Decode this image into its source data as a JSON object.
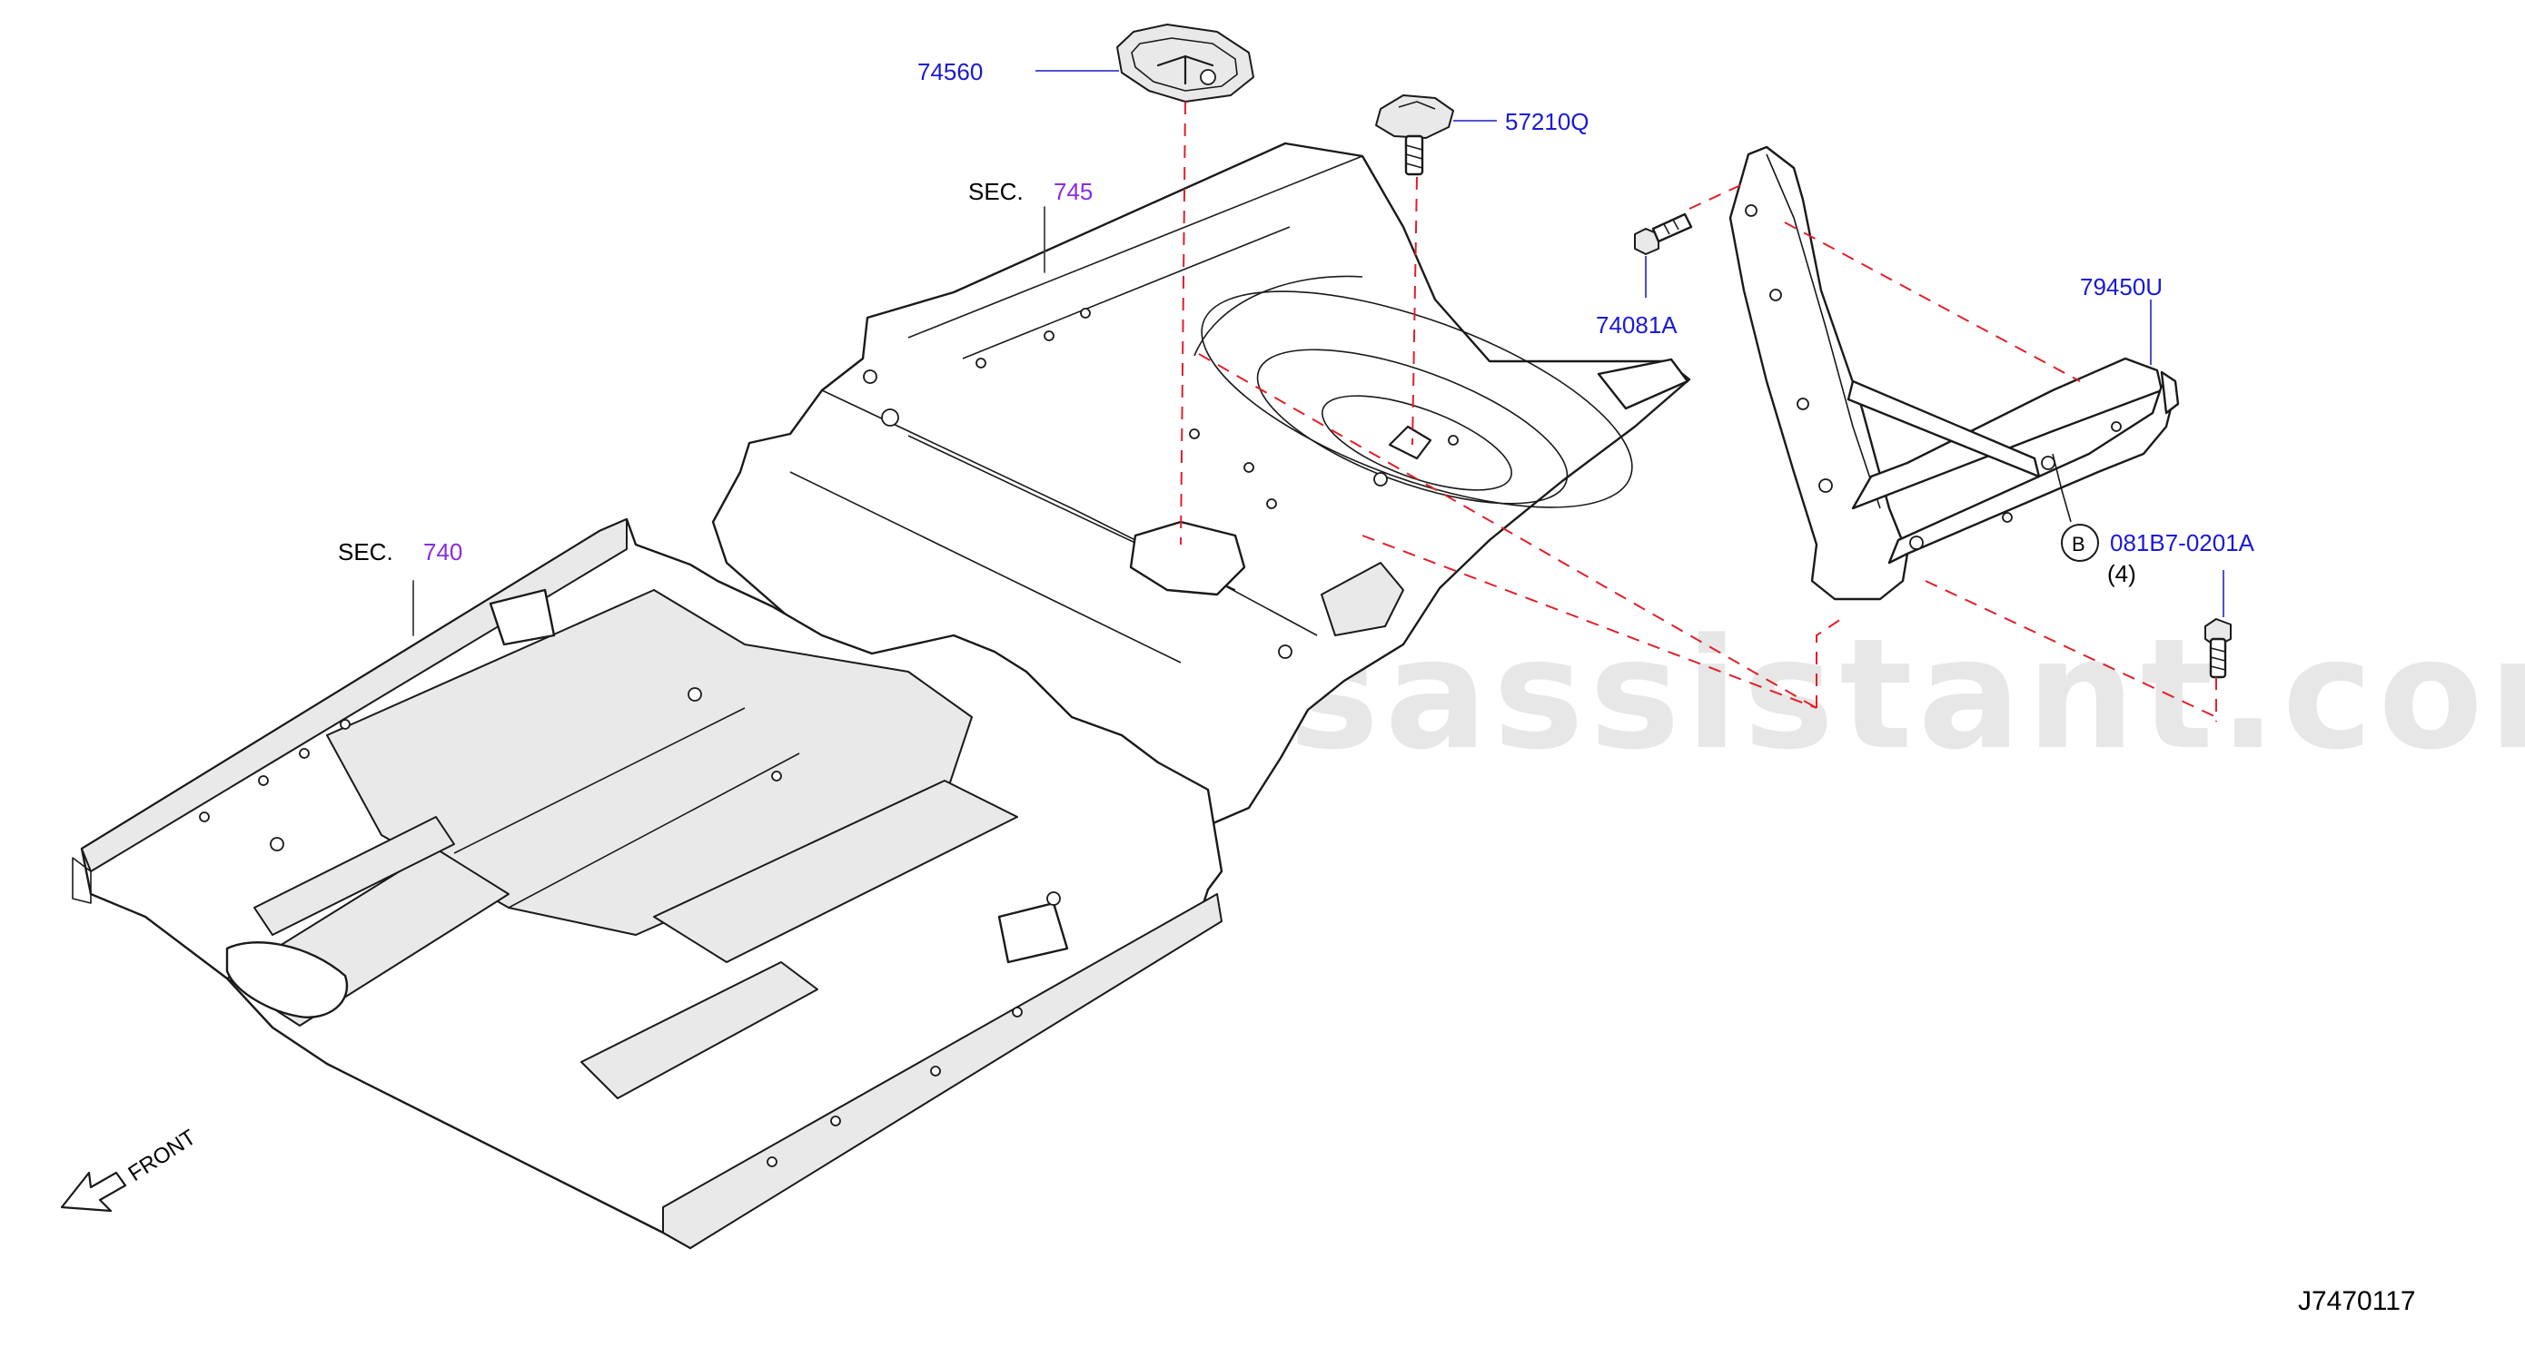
{
  "labels": {
    "part_74560": "74560",
    "part_57210q": "57210Q",
    "part_74081a": "74081A",
    "part_79450u": "79450U",
    "part_081b7": "081B7-0201A",
    "qty_081b7": "(4)",
    "circle_b": "B",
    "sec_prefix_upper": "SEC.",
    "sec_num_upper": "745",
    "sec_prefix_lower": "SEC.",
    "sec_num_lower": "740",
    "front": "FRONT",
    "drawing_id": "J7470117"
  },
  "watermark": "www.partsassistant.com",
  "colors": {
    "part_number": "#1a1ad6",
    "section_number": "#8a2be2",
    "dashed_leader": "#e0202a",
    "watermark": "#d3d3d3"
  }
}
